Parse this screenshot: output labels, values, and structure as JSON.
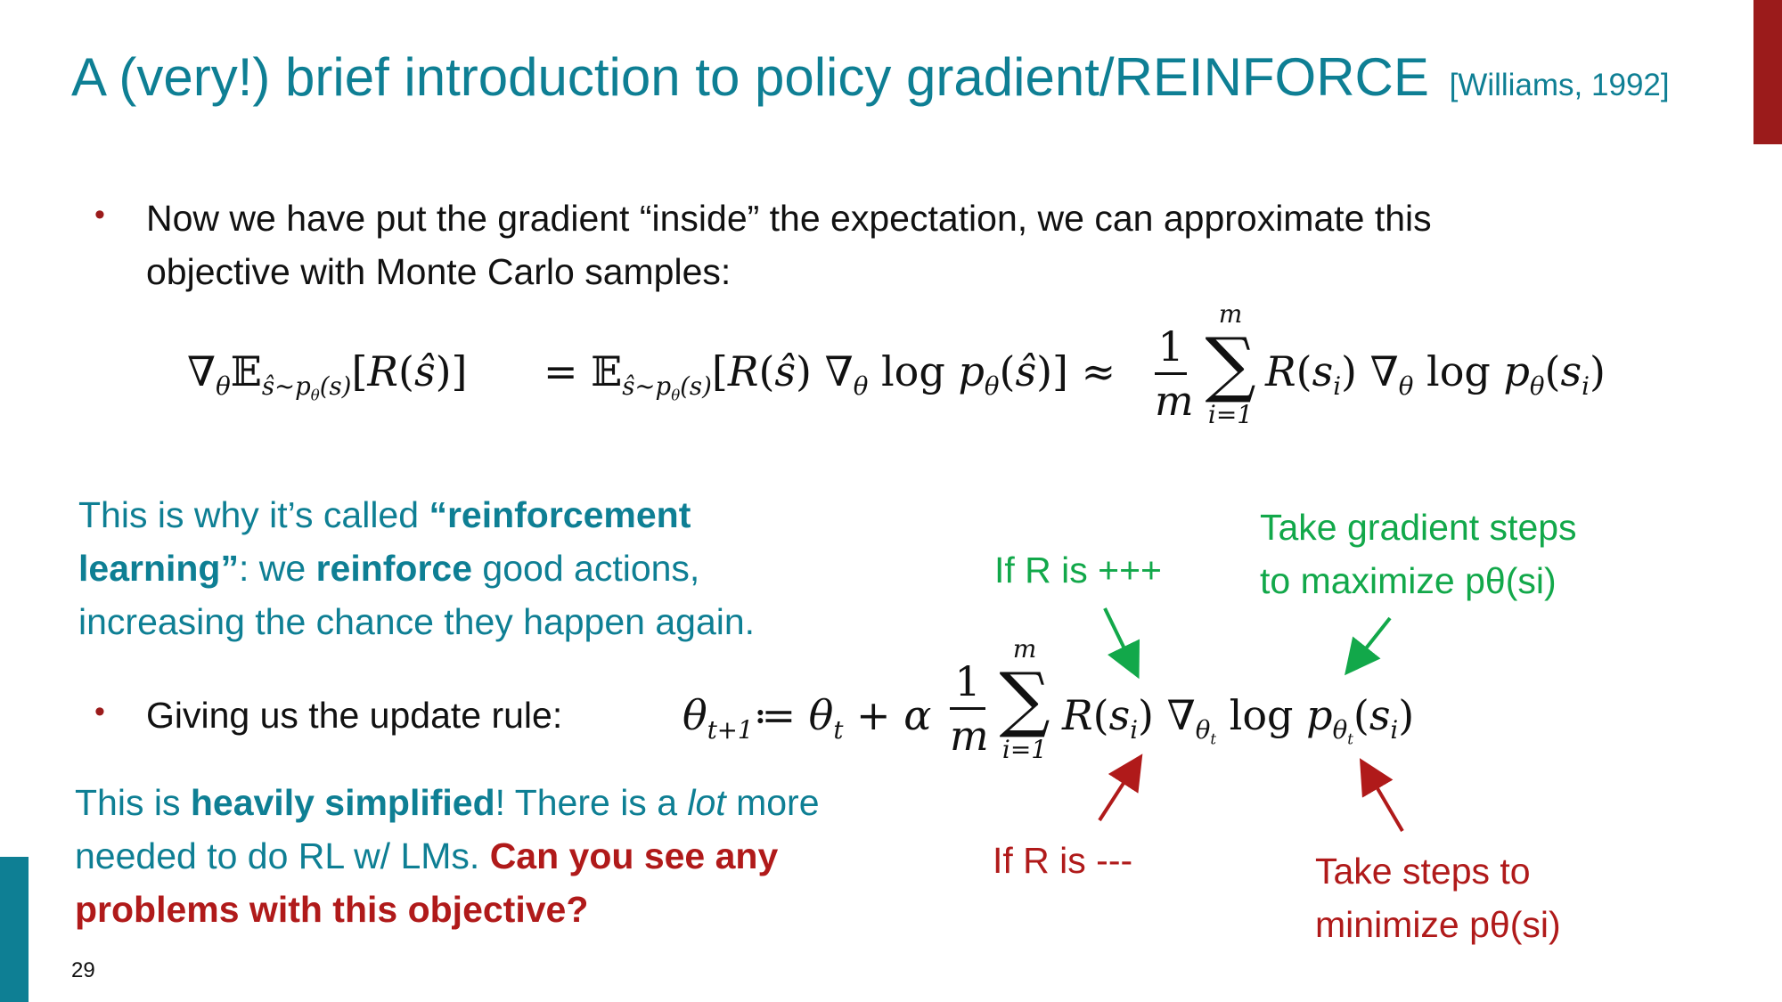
{
  "slide": {
    "title": "A (very!) brief introduction to policy gradient/REINFORCE",
    "citation": "[Williams, 1992]",
    "page_number": "29"
  },
  "bullet1": {
    "line1": "Now we have put the gradient “inside” the expectation, we can approximate this",
    "line2": "objective with Monte Carlo samples:"
  },
  "equation1": {
    "lhs": "∇θ𝔼ŝ~pθ(s)[R(ŝ)]",
    "eq": "= 𝔼ŝ~pθ(s)[R(ŝ) ∇θ log pθ(ŝ)]",
    "approx": "≈",
    "frac_num": "1",
    "frac_den": "m",
    "sum_upper": "m",
    "sum_lower": "i=1",
    "rhs": "R(si) ∇θ log pθ(si)"
  },
  "reinforce_note": {
    "part1": "This is why it’s called ",
    "bold1": "“reinforcement learning”",
    "part2": ": we ",
    "bold2": "reinforce",
    "part3": " good actions, increasing the chance they happen again."
  },
  "bullet2": {
    "text": "Giving us the update rule:"
  },
  "equation2": {
    "lhs": "θt+1",
    "assign": "≔",
    "rhs_start": "θt + α",
    "frac_num": "1",
    "frac_den": "m",
    "sum_upper": "m",
    "sum_lower": "i=1",
    "rhs_end": "R(si) ∇θt log pθt(si)"
  },
  "annotations": {
    "if_r_pos": "If R is +++",
    "take_grad_line1": "Take gradient steps",
    "take_grad_line2": "to maximize pθ(si)",
    "if_r_neg": "If R is ---",
    "take_steps_line1": "Take steps to",
    "take_steps_line2": "minimize pθ(si)"
  },
  "simplified_note": {
    "part1": "This is ",
    "bold1": "heavily simplified",
    "part2": "! There is a ",
    "italic1": "lot",
    "part3": " more needed to do RL w/ LMs. ",
    "red_bold": "Can you see any problems with this objective?"
  },
  "colors": {
    "teal": "#0e7f94",
    "dark_red": "#9b1b1b",
    "green": "#12a84a",
    "red": "#b01a1a"
  }
}
